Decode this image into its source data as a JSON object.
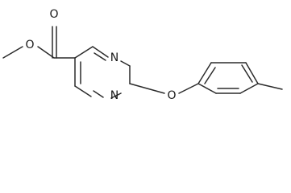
{
  "molecule": {
    "atoms": {
      "ester_ether_oxygen": "O",
      "carbonyl_oxygen": "O",
      "ring_nitrogen_top": "N",
      "ring_nitrogen_bottom": "N",
      "aryl_ether_oxygen": "O"
    }
  }
}
